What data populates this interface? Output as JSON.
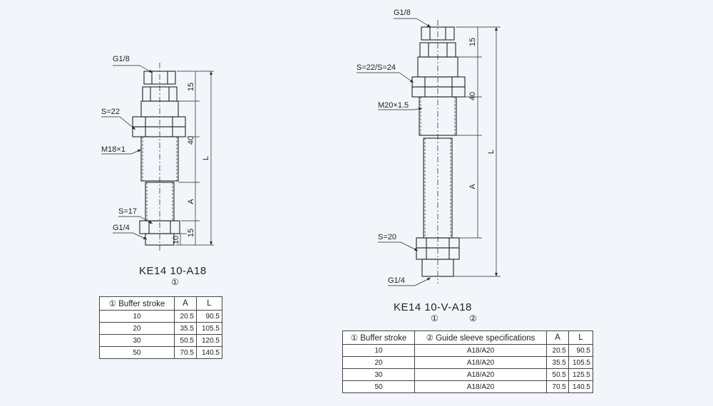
{
  "left": {
    "labels": {
      "g18": "G1/8",
      "s22": "S=22",
      "m18": "M18×1",
      "s17": "S=17",
      "g14": "G1/4"
    },
    "dims": {
      "d15a": "15",
      "d40": "40",
      "dA": "A",
      "d15b": "15",
      "d10": "10",
      "dL": "L"
    },
    "title": "KE14 10-A18",
    "marker": "①",
    "table": {
      "headers": [
        "① Buffer stroke",
        "A",
        "L"
      ],
      "rows": [
        [
          "10",
          "20.5",
          "90.5"
        ],
        [
          "20",
          "35.5",
          "105.5"
        ],
        [
          "30",
          "50.5",
          "120.5"
        ],
        [
          "50",
          "70.5",
          "140.5"
        ]
      ]
    }
  },
  "right": {
    "labels": {
      "g18": "G1/8",
      "s2224": "S=22/S=24",
      "m20": "M20×1.5",
      "s20": "S=20",
      "g14": "G1/4"
    },
    "dims": {
      "d15": "15",
      "d40": "40",
      "dA": "A",
      "dL": "L"
    },
    "title": "KE14 10-V-A18",
    "marker1": "①",
    "marker2": "②",
    "table": {
      "headers": [
        "① Buffer stroke",
        "② Guide sleeve specifications",
        "A",
        "L"
      ],
      "rows": [
        [
          "10",
          "A18/A20",
          "20.5",
          "90.5"
        ],
        [
          "20",
          "A18/A20",
          "35.5",
          "105.5"
        ],
        [
          "30",
          "A18/A20",
          "50.5",
          "125.5"
        ],
        [
          "50",
          "A18/A20",
          "70.5",
          "140.5"
        ]
      ]
    }
  }
}
